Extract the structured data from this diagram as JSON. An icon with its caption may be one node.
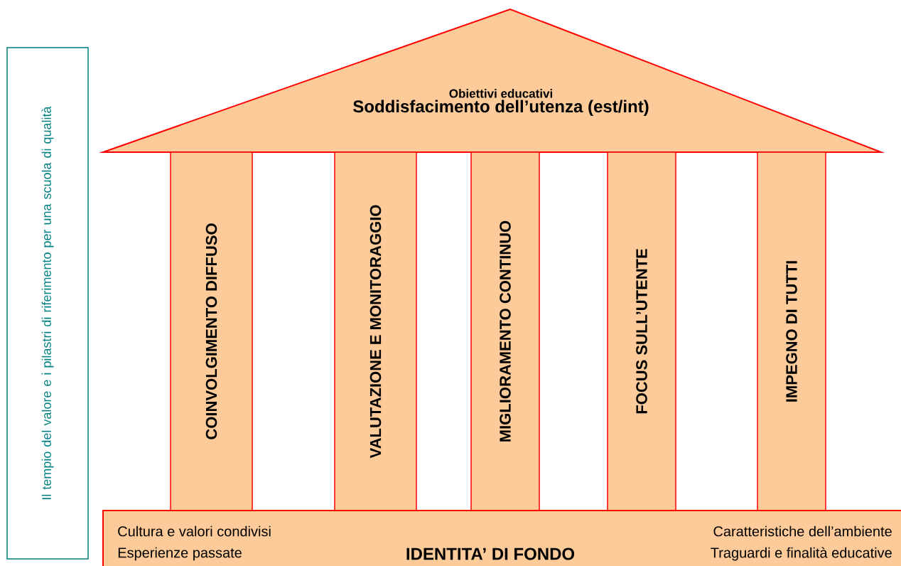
{
  "diagram": {
    "nodes": [
      {
        "text": [
          "Il tempio del valore e i pilastri di riferimento per una scuola di qualità"
        ]
      },
      {
        "text": [
          "Obiettivi educativi",
          "Soddisfacimento dell’utenza (est/int)"
        ]
      },
      {
        "text": [
          "COINVOLGIMENTO DIFFUSO"
        ]
      },
      {
        "text": [
          "VALUTAZIONE E MONITORAGGIO"
        ]
      },
      {
        "text": [
          "MIGLIORAMENTO CONTINUO"
        ]
      },
      {
        "text": [
          "FOCUS SULL’UTENTE"
        ]
      },
      {
        "text": [
          "IMPEGNO DI TUTTI"
        ]
      },
      {
        "text": [
          "Cultura e valori condivisi",
          "Esperienze passate",
          "IDENTITA’ DI FONDO",
          "Caratteristiche dell’ambiente",
          "Traguardi e finalità educative"
        ]
      }
    ]
  }
}
